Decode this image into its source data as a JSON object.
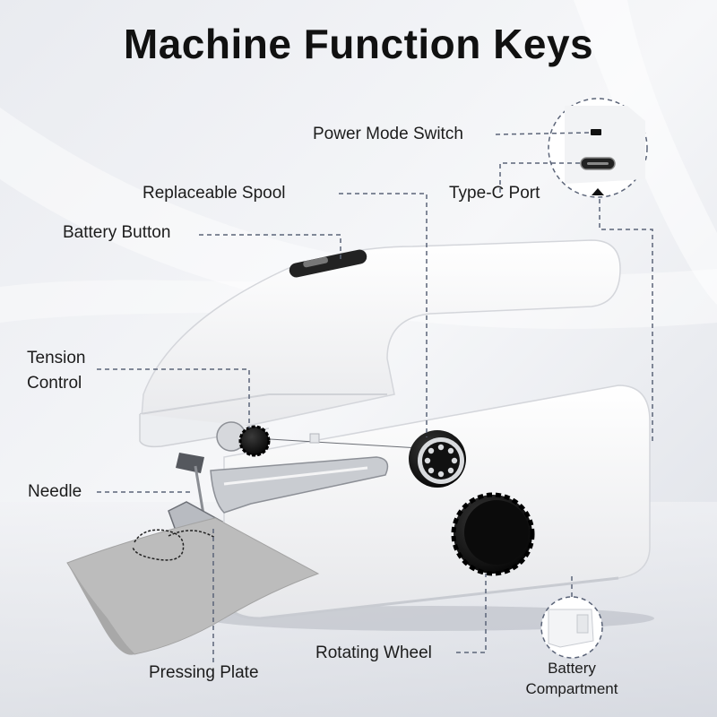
{
  "title": "Machine Function Keys",
  "labels": {
    "power_mode_switch": "Power Mode Switch",
    "replaceable_spool": "Replaceable Spool",
    "type_c_port": "Type-C Port",
    "battery_button": "Battery Button",
    "tension_control_line1": "Tension",
    "tension_control_line2": "Control",
    "needle": "Needle",
    "rotating_wheel": "Rotating Wheel",
    "pressing_plate": "Pressing Plate",
    "battery_compartment_line1": "Battery",
    "battery_compartment_line2": "Compartment"
  },
  "colors": {
    "leader_line": "#5b6478",
    "machine_body": "#fbfbfb",
    "knob": "#111111",
    "fabric": "#bdbdbd",
    "title": "#111111"
  }
}
